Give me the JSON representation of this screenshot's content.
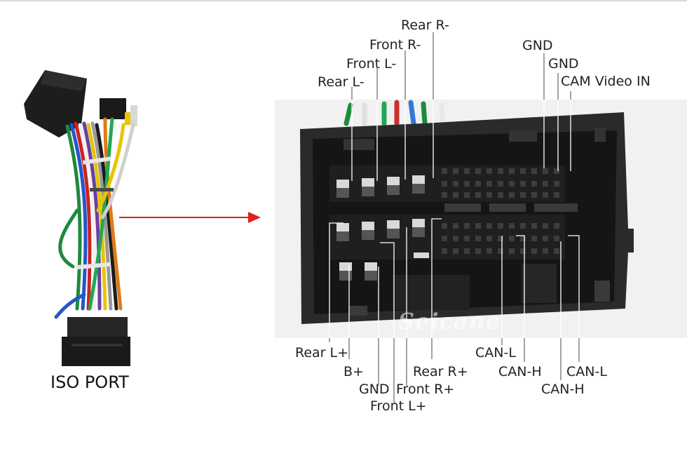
{
  "iso_port_label": "ISO PORT",
  "watermark": "Seicane",
  "arrow_color": "#e02020",
  "top_labels": {
    "rear_r_minus": "Rear R-",
    "front_r_minus": "Front R-",
    "front_l_minus": "Front L-",
    "rear_l_minus": "Rear L-",
    "gnd_1": "GND",
    "gnd_2": "GND",
    "cam_video_in": "CAM Video IN"
  },
  "bottom_labels": {
    "rear_l_plus": "Rear L+",
    "b_plus": "B+",
    "gnd": "GND",
    "front_l_plus": "Front L+",
    "front_r_plus": "Front R+",
    "rear_r_plus": "Rear R+",
    "can_l_1": "CAN-L",
    "can_h_1": "CAN-H",
    "can_l_2": "CAN-L",
    "can_h_2": "CAN-H"
  }
}
